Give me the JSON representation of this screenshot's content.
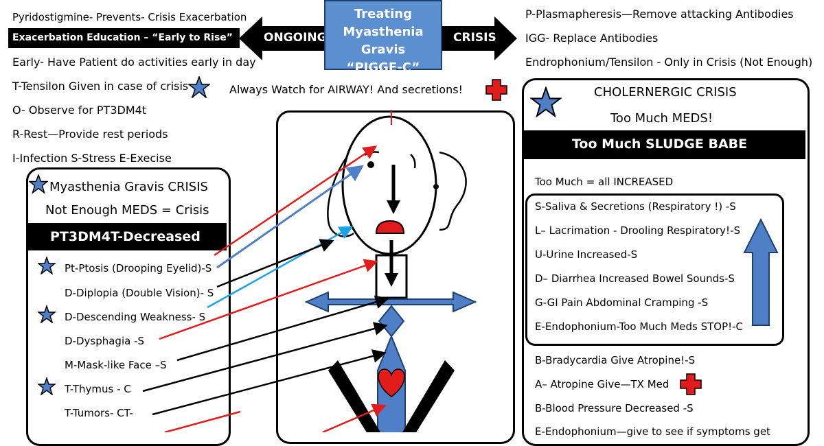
{
  "title": {
    "line1": "Treating",
    "line2": "Myasthenia Gravis",
    "line3": "“PIGGE-C”"
  },
  "arrows": {
    "left_label": "ONGOING",
    "right_label": "CRISIS"
  },
  "ongoing": {
    "first": "Pyridostigmine- Prevents- Crisis Exacerbation",
    "education_bar": "Exacerbation Education – “Early to Rise”",
    "items": [
      "Early- Have Patient do activities early in day",
      "T-Tensilon Given in case of crisis",
      "O- Observe for PT3DM4t",
      "R-Rest—Provide rest periods",
      "I-Infection S-Stress E-Execise"
    ]
  },
  "crisis_list": [
    "P-Plasmapheresis—Remove attacking Antibodies",
    "IGG- Replace Antibodies",
    "Endrophonium/Tensilon - Only in Crisis (Not Enough)"
  ],
  "airway_note": "Always Watch for AIRWAY! And secretions!",
  "mg_crisis": {
    "title": "Myasthenia Gravis CRISIS",
    "subtitle": "Not Enough MEDS = Crisis",
    "bar": "PT3DM4T-Decreased",
    "items": [
      "Pt-Ptosis (Drooping Eyelid)-S",
      "D-Diplopia (Double Vision)- S",
      "D-Descending Weakness- S",
      "D-Dysphagia -S",
      "M-Mask-like Face –S",
      "T-Thymus - C",
      "T-Tumors- CT-"
    ]
  },
  "cholinergic": {
    "title": "CHOLERNERGIC CRISIS",
    "subtitle": "Too Much MEDS!",
    "bar": "Too Much SLUDGE BABE",
    "note": "Too Much = all INCREASED",
    "sludge": [
      "S-Saliva & Secretions (Respiratory !) -S",
      "L– Lacrimation - Drooling Respiratory!-S",
      "U-Urine Increased-S",
      "D– Diarrhea Increased Bowel Sounds-S",
      "G-GI Pain Abdominal Cramping -S",
      "E-Endophonium-Too Much Meds STOP!-C"
    ],
    "babe": [
      "B-Bradycardia Give Atropine!-S",
      "A– Atropine Give—TX Med",
      "B-Blood Pressure Decreased -S",
      "E-Endophonium—give to see if symptoms get"
    ]
  },
  "colors": {
    "accent_blue": "#5b8fd0",
    "red": "#e21b1b",
    "light_blue": "#1aa3e8"
  }
}
